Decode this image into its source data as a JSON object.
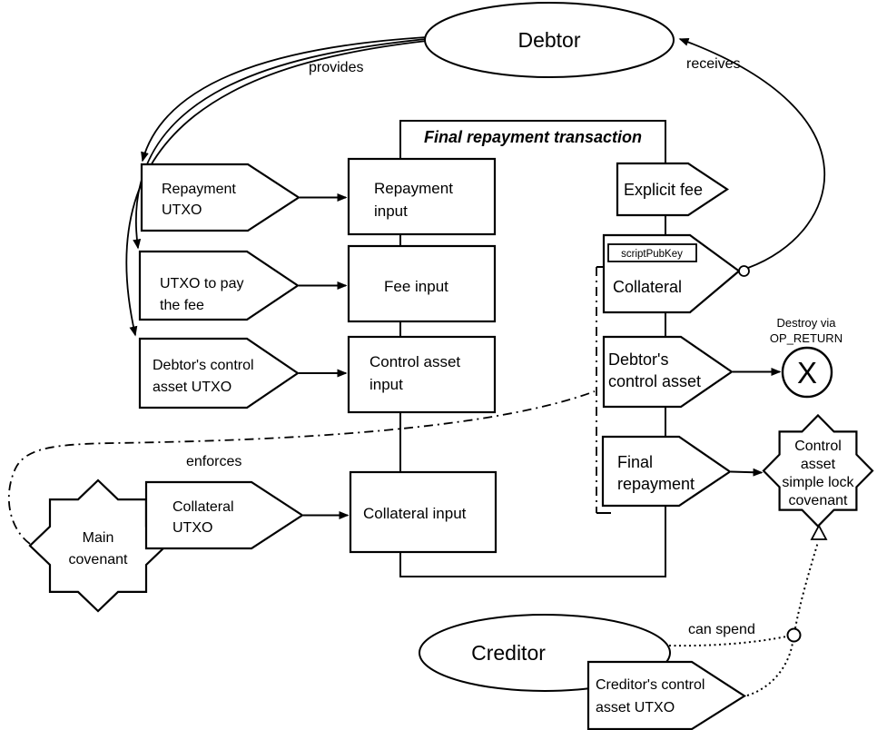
{
  "title": "Final repayment transaction",
  "actors": {
    "debtor": "Debtor",
    "creditor": "Creditor"
  },
  "edge_labels": {
    "provides": "provides",
    "receives": "receives",
    "enforces": "enforces",
    "can_spend": "can spend"
  },
  "utxos": {
    "repayment": {
      "lines": [
        "Repayment",
        "UTXO"
      ]
    },
    "fee": {
      "lines": [
        "UTXO to pay",
        "the fee"
      ]
    },
    "debtor_control": {
      "lines": [
        "Debtor's control",
        "asset UTXO"
      ]
    },
    "collateral": {
      "lines": [
        "Collateral",
        "UTXO"
      ]
    },
    "creditor_control": {
      "lines": [
        "Creditor's control",
        "asset UTXO"
      ]
    }
  },
  "inputs": {
    "repayment": {
      "lines": [
        "Repayment",
        "input"
      ]
    },
    "fee": {
      "label": "Fee input"
    },
    "control_asset": {
      "lines": [
        "Control asset",
        "input"
      ]
    },
    "collateral": {
      "label": "Collateral input"
    }
  },
  "outputs": {
    "explicit_fee": {
      "label": "Explicit fee"
    },
    "collateral": {
      "label": "Collateral",
      "tag": "scriptPubKey"
    },
    "debtor_control": {
      "lines": [
        "Debtor's",
        "control asset"
      ]
    },
    "final_repayment": {
      "lines": [
        "Final",
        "repayment"
      ]
    }
  },
  "covenants": {
    "main": {
      "lines": [
        "Main",
        "covenant"
      ]
    },
    "control_asset": {
      "lines": [
        "Control",
        "asset",
        "simple lock",
        "covenant"
      ]
    }
  },
  "annotations": {
    "destroy": {
      "lines": [
        "Destroy via",
        "OP_RETURN"
      ],
      "symbol": "X"
    }
  },
  "colors": {
    "stroke": "#000000",
    "background": "#ffffff"
  }
}
